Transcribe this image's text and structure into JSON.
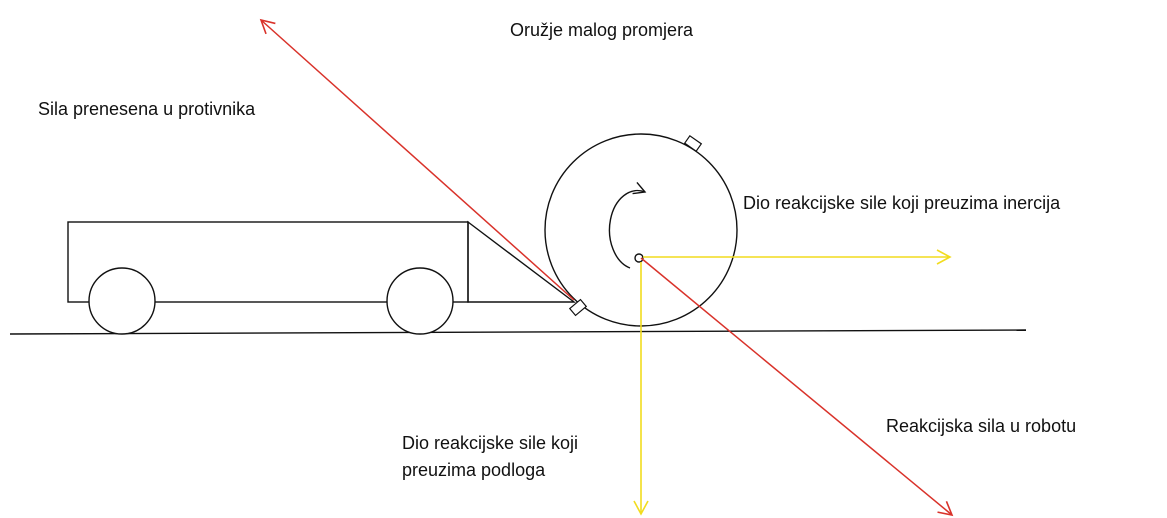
{
  "labels": {
    "title": "Oružje malog promjera",
    "force_transferred": "Sila prenesena u protivnika",
    "reaction_inertia": "Dio reakcijske sile koji preuzima inercija",
    "reaction_robot": "Reakcijska sila u robotu",
    "reaction_ground_line1": "Dio reakcijske sile koji",
    "reaction_ground_line2": "preuzima podloga"
  },
  "colors": {
    "outline": "#111111",
    "red_force": "#d9322a",
    "yellow_force": "#f2dc1e"
  },
  "icons": {
    "rotation": "clockwise-rotation-arrow-icon"
  }
}
